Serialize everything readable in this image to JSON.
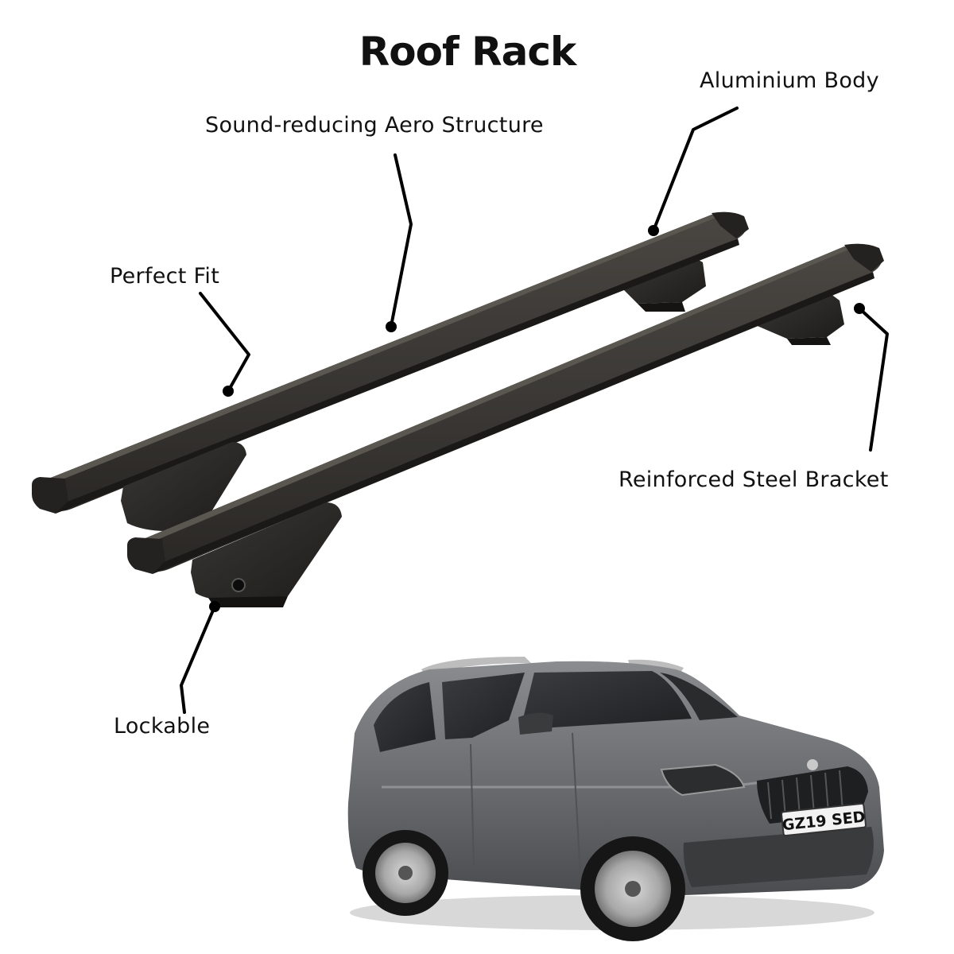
{
  "title": "Roof Rack",
  "labels": {
    "aero": "Sound-reducing Aero Structure",
    "aluminium": "Aluminium Body",
    "perfect_fit": "Perfect Fit",
    "steel_bracket": "Reinforced Steel Bracket",
    "lockable": "Lockable"
  },
  "car": {
    "plate": "GZ19 SED"
  },
  "colors": {
    "text": "#111111",
    "bar": "#2c2a27",
    "leader": "#000000",
    "car_body": "#6b6d70"
  }
}
